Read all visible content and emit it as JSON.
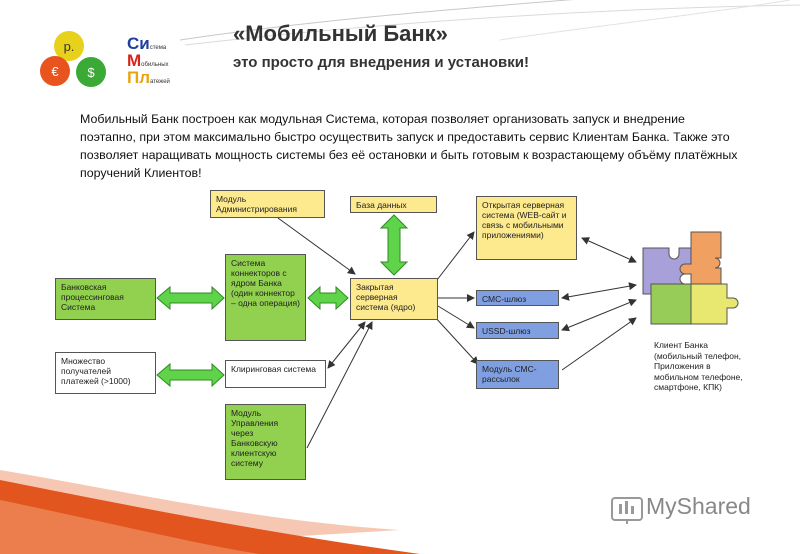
{
  "logo": {
    "circles": [
      {
        "symbol": "р.",
        "color": "#e8d11a"
      },
      {
        "symbol": "€",
        "color": "#e8531e"
      },
      {
        "symbol": "$",
        "color": "#3aa935"
      }
    ],
    "brand_lines": [
      {
        "big": "Си",
        "small": "стема",
        "color": "#1f3f9f"
      },
      {
        "big": "М",
        "small": "обильных",
        "color": "#d8241c"
      },
      {
        "big": "Пл",
        "small": "атежей",
        "color": "#e9a511"
      }
    ]
  },
  "header": {
    "title": "«Мобильный Банк»",
    "subtitle": "это просто для внедрения и установки!"
  },
  "intro_text": "Мобильный Банк построен как модульная Система, которая позволяет организовать запуск и внедрение поэтапно, при этом максимально быстро осуществить запуск и предоставить сервис Клиентам Банка. Также это позволяет наращивать мощность системы без её остановки и быть готовым к возрастающему объёму платёжных поручений Клиентов!",
  "diagram": {
    "nodes": {
      "admin_module": "Модуль Администрирования",
      "database": "База данных",
      "open_server": "Открытая серверная система (WEB-сайт и связь с мобильными приложениями)",
      "bank_processing": "Банковская процессинговая Система",
      "connectors": "Система коннекторов с ядром Банка (один коннектор – одна операция)",
      "closed_server": "Закрытая серверная система (ядро)",
      "sms_gateway": "СМС-шлюз",
      "ussd_gateway": "USSD-шлюз",
      "sms_module": "Модуль СМС-рассылок",
      "payees": "Множество получателей платежей (>1000)",
      "clearing": "Клиринговая система",
      "bank_client_module": "Модуль Управления через Банковскую клиентскую систему"
    },
    "client_label": "Клиент Банка (мобильный телефон, Приложения в мобильном телефоне, смартфоне, КПК)",
    "colors": {
      "yellow": "#fde98e",
      "green": "#92d050",
      "blue": "#7f9fe0",
      "arrow_green": "#5fd44a",
      "puzzle_purple": "#a8a0d8",
      "puzzle_orange": "#f0a060",
      "puzzle_green": "#98cc58",
      "puzzle_yellow": "#e8e870"
    }
  },
  "watermark": {
    "text": "MyShared"
  }
}
